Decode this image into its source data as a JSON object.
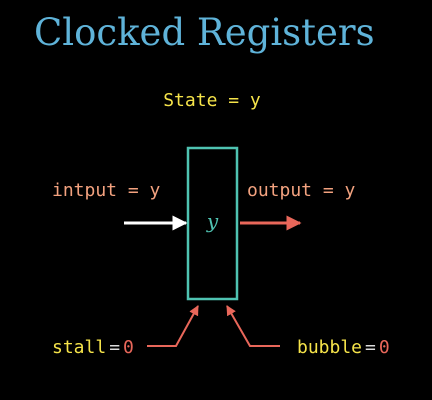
{
  "slide": {
    "title": "Clocked Registers",
    "state_label": "State = y"
  },
  "register": {
    "label": "y"
  },
  "input": {
    "label": "intput = y"
  },
  "output": {
    "label": "output = y"
  },
  "stall": {
    "name": "stall",
    "eq": "=",
    "value": "0"
  },
  "bubble": {
    "name": "bubble",
    "eq": "=",
    "value": "0"
  },
  "colors": {
    "background": "#000000",
    "title": "#5fb3d9",
    "yellow": "#f6e44a",
    "salmon": "#f3a27f",
    "box": "#4fc3b2",
    "arrow_red": "#e9675a",
    "white": "#ffffff",
    "soft_white": "#dddddd"
  }
}
